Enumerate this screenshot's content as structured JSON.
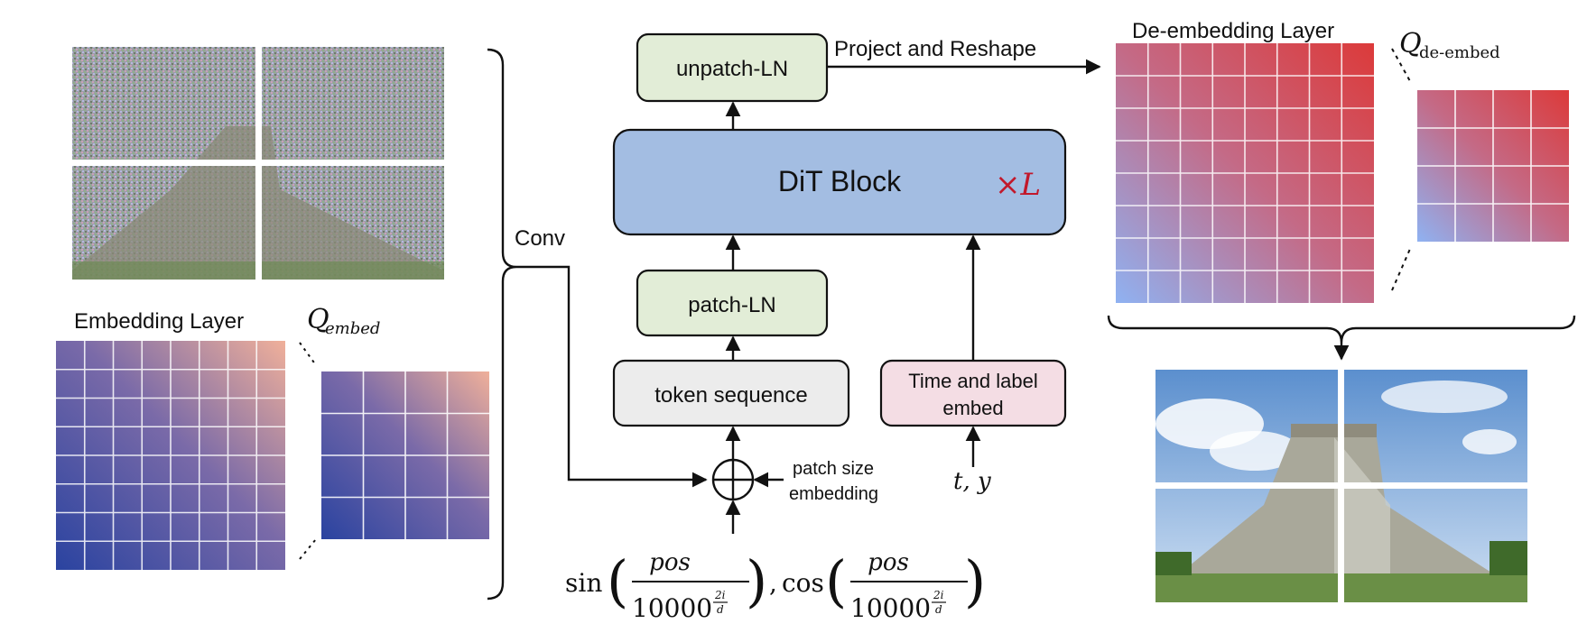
{
  "blocks": {
    "unpatch": "unpatch-LN",
    "dit": "DiT Block",
    "repeat": "×L",
    "patch": "patch-LN",
    "token": "token sequence",
    "time_line1": "Time and label",
    "time_line2": "embed"
  },
  "labels": {
    "project_reshape": "Project and Reshape",
    "deembed_layer": "De-embedding Layer",
    "q_deembed_main": "Q",
    "q_deembed_sub": "de-embed",
    "embed_layer": "Embedding Layer",
    "q_embed_main": "Q",
    "q_embed_sub": "embed",
    "conv": "Conv",
    "patch_size_line1": "patch size",
    "patch_size_line2": "embedding",
    "t_y": "t, y"
  },
  "formula": {
    "sin": "sin",
    "cos": "cos",
    "pos": "pos",
    "base": "10000",
    "exp_num": "2i",
    "exp_den": "d",
    "comma": ","
  },
  "colors": {
    "embed_dark": "#2a43a0",
    "embed_light": "#f0b09a",
    "deembed_red": "#dc3a3a",
    "deembed_blue": "#8fb2f2",
    "green_box": "#e2edd7",
    "blue_box": "#a3bde2",
    "pink_box": "#f4dde4",
    "gray_box": "#ececec"
  }
}
